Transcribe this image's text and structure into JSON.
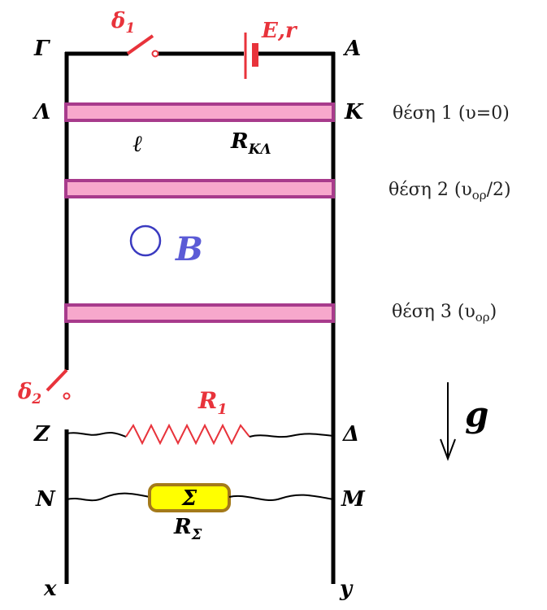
{
  "labels": {
    "gamma": "Γ",
    "alpha": "Α",
    "lambda": "Λ",
    "kappa": "Κ",
    "zeta": "Ζ",
    "delta": "Δ",
    "nu": "Ν",
    "mu": "Μ",
    "x": "x",
    "y": "y"
  },
  "switch1": {
    "main": "δ",
    "sub": "1"
  },
  "switch2": {
    "main": "δ",
    "sub": "2"
  },
  "battery": {
    "label": "E,r"
  },
  "rod": {
    "length_symbol": "ℓ",
    "r_main": "R",
    "r_sub": "ΚΛ"
  },
  "positions": [
    {
      "main": "θέση 1 (υ=0)",
      "sub": "",
      "tail": ""
    },
    {
      "main": "θέση 2 (υ",
      "sub": "ορ",
      "tail": "/2)"
    },
    {
      "main": "θέση 3 (υ",
      "sub": "ορ",
      "tail": ")"
    }
  ],
  "field": {
    "label": "B"
  },
  "gravity": {
    "label": "g"
  },
  "resistor1": {
    "main": "R",
    "sub": "1"
  },
  "component": {
    "label": "Σ",
    "r_main": "R",
    "r_sub": "Σ"
  },
  "colors": {
    "wire": "#000000",
    "red": "#e8333b",
    "rod_fill": "#f7a8cc",
    "rod_stroke": "#a83b8c",
    "field_blue": "#3a3ac0",
    "field_label": "#5b5bd6",
    "sigma_fill": "#ffff00",
    "sigma_stroke": "#a47a1a"
  }
}
